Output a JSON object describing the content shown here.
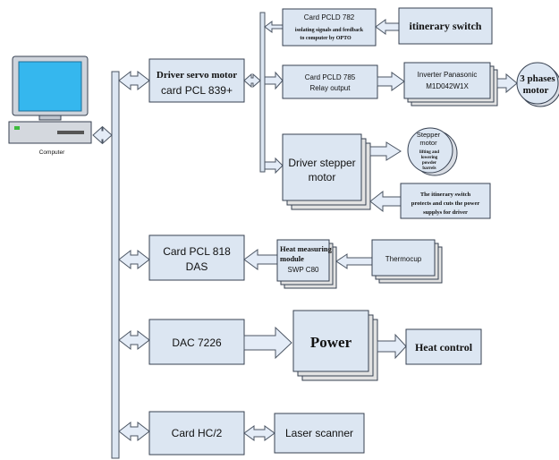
{
  "computer": {
    "label": "Computer"
  },
  "blocks": {
    "driver_servo": {
      "line1": "Driver servo motor",
      "line2": "card PCL 839+"
    },
    "pcld782": {
      "title": "Card PCLD 782",
      "line1": "isolating signals and feedback",
      "line2": "to computer by OPTO"
    },
    "itinerary_switch": {
      "label": "itinerary switch"
    },
    "pcld785": {
      "line1": "Card PCLD 785",
      "line2": "Relay output"
    },
    "inverter": {
      "line1": "Inverter Panasonic",
      "line2": "M1D042W1X"
    },
    "three_phase_motor": {
      "line1": "3 phases",
      "line2": "motor"
    },
    "driver_stepper": {
      "line1": "Driver stepper",
      "line2": "motor"
    },
    "stepper_motor": {
      "line1": "Stepper",
      "line2": "motor",
      "line3": "lifting and",
      "line4": "lowering",
      "line5": "powder",
      "line6": "barrels"
    },
    "itinerary_protect": {
      "line1": "The itinerary switch",
      "line2": "protects and cuts the power",
      "line3": "supplys for driver"
    },
    "pcl818": {
      "line1": "Card PCL 818",
      "line2": "DAS"
    },
    "heat_module": {
      "line1": "Heat measuring",
      "line2": "module",
      "line3": "SWP C80"
    },
    "thermocup": {
      "label": "Thermocup"
    },
    "dac": {
      "label": "DAC 7226"
    },
    "power": {
      "label": "Power"
    },
    "heat_control": {
      "label": "Heat control"
    },
    "hc2": {
      "label": "Card HC/2"
    },
    "laser": {
      "label": "Laser scanner"
    }
  }
}
